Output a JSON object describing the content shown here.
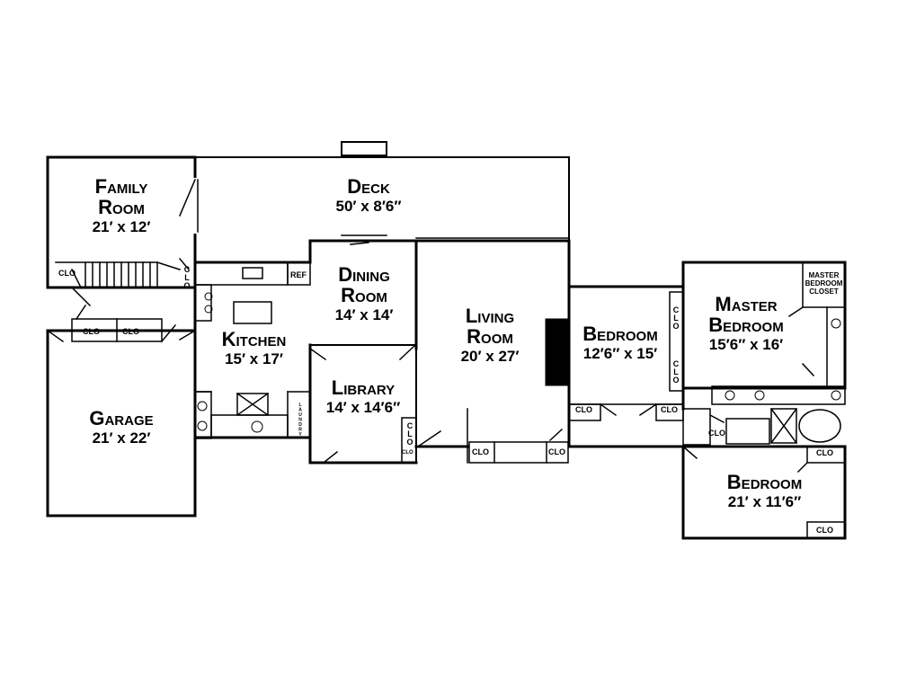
{
  "rooms": {
    "family_room": {
      "name": "Family\nRoom",
      "dims": "21′ x 12′"
    },
    "deck": {
      "name": "Deck",
      "dims": "50′ x 8′6″"
    },
    "dining_room": {
      "name": "Dining\nRoom",
      "dims": "14′ x 14′"
    },
    "kitchen": {
      "name": "Kitchen",
      "dims": "15′ x 17′"
    },
    "living_room": {
      "name": "Living\nRoom",
      "dims": "20′ x 27′"
    },
    "library": {
      "name": "Library",
      "dims": "14′ x 14′6″"
    },
    "garage": {
      "name": "Garage",
      "dims": "21′ x 22′"
    },
    "bedroom_1": {
      "name": "Bedroom",
      "dims": "12′6″ x 15′"
    },
    "master_bedroom": {
      "name": "Master\nBedroom",
      "dims": "15′6″ x 16′"
    },
    "bedroom_2": {
      "name": "Bedroom",
      "dims": "21′ x 11′6″"
    }
  },
  "labels": {
    "clo": "CLO",
    "ref": "REF",
    "laundry": "LAUNDRY",
    "master_closet": "MASTER\nBEDROOM\nCLOSET"
  }
}
